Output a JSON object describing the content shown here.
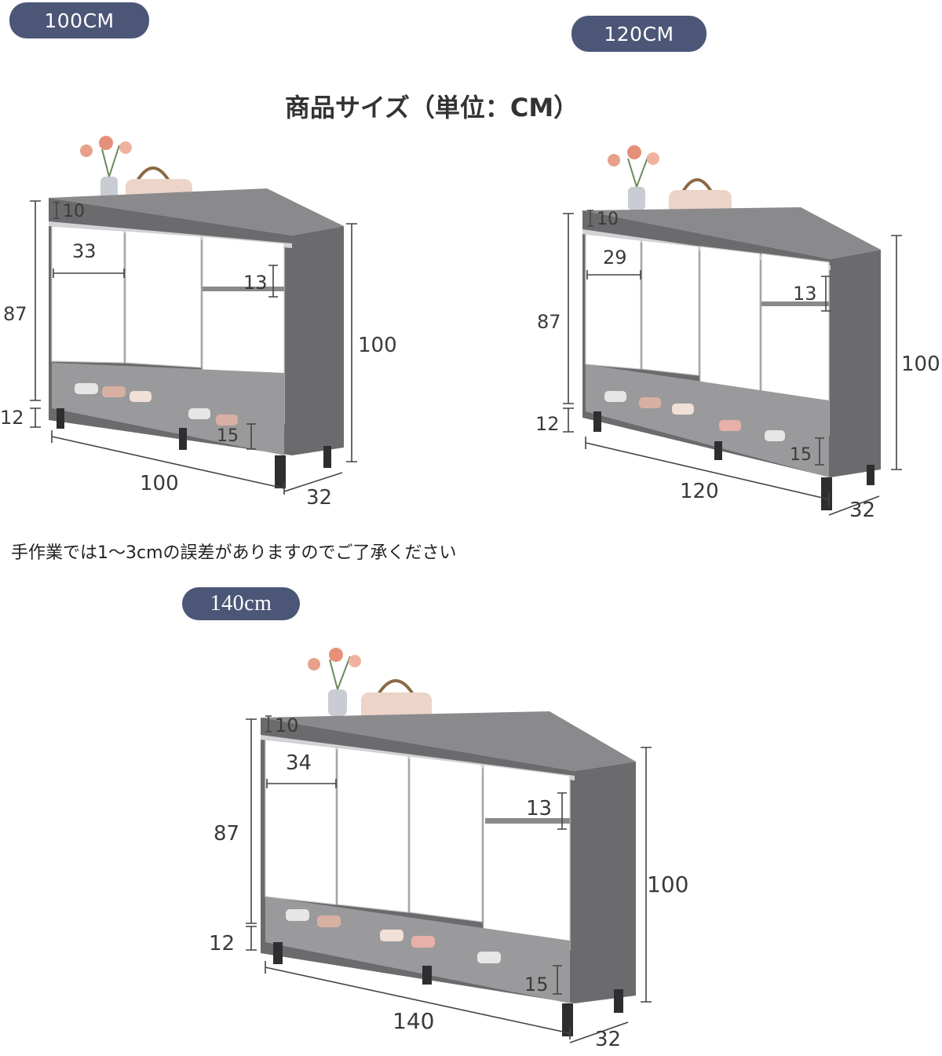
{
  "labels": {
    "size_100": "100CM",
    "size_120": "120CM",
    "size_140": "140cm",
    "title": "商品サイズ（単位：CM）",
    "note": "手作業では1～3cmの誤差がありますのでご了承ください"
  },
  "colors": {
    "pill_bg": "#4c5677",
    "cabinet_wood": "#6b6b6e",
    "door_white": "#ffffff",
    "leg": "#2e2e30"
  },
  "cabinets": [
    {
      "width": "100",
      "depth": "32",
      "height": "100",
      "body": "87",
      "legs": "12",
      "top_rail": "10",
      "door": "33",
      "drawer": "13",
      "shelf": "15",
      "doors": 3
    },
    {
      "width": "120",
      "depth": "32",
      "height": "100",
      "body": "87",
      "legs": "12",
      "top_rail": "10",
      "door": "29",
      "drawer": "13",
      "shelf": "15",
      "doors": 4
    },
    {
      "width": "140",
      "depth": "32",
      "height": "100",
      "body": "87",
      "legs": "12",
      "top_rail": "10",
      "door": "34",
      "drawer": "13",
      "shelf": "15",
      "doors": 4
    }
  ]
}
